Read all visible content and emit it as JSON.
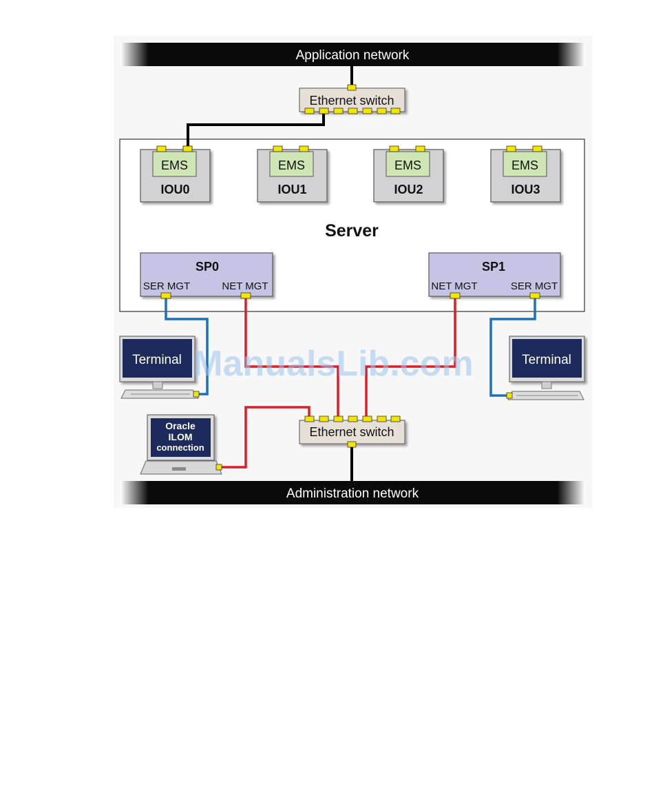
{
  "application_network": {
    "label": "Application network"
  },
  "administration_network": {
    "label": "Administration network"
  },
  "top_switch": {
    "label": "Ethernet switch"
  },
  "bottom_switch": {
    "label": "Ethernet switch"
  },
  "server": {
    "label": "Server",
    "ious": [
      {
        "name": "IOU0",
        "ems": "EMS"
      },
      {
        "name": "IOU1",
        "ems": "EMS"
      },
      {
        "name": "IOU2",
        "ems": "EMS"
      },
      {
        "name": "IOU3",
        "ems": "EMS"
      }
    ],
    "service_processors": [
      {
        "name": "SP0",
        "port_left": "SER MGT",
        "port_right": "NET MGT"
      },
      {
        "name": "SP1",
        "port_left": "NET MGT",
        "port_right": "SER MGT"
      }
    ]
  },
  "terminals": [
    {
      "label": "Terminal"
    },
    {
      "label": "Terminal"
    }
  ],
  "laptop": {
    "line1": "Oracle",
    "line2": "ILOM",
    "line3": "connection"
  },
  "watermark": "ManualsLib.com",
  "colors": {
    "network_bar": "#0a0a0a",
    "switch_fill": "#e6e0d6",
    "port": "#f2e600",
    "iou_fill": "#d2d2d4",
    "ems_fill": "#cfe5b4",
    "sp_fill": "#c6c4e4",
    "serial_cable": "#1a72b8",
    "net_cable": "#dc1f26",
    "data_cable": "#000000",
    "screen": "#1c2a5c"
  }
}
